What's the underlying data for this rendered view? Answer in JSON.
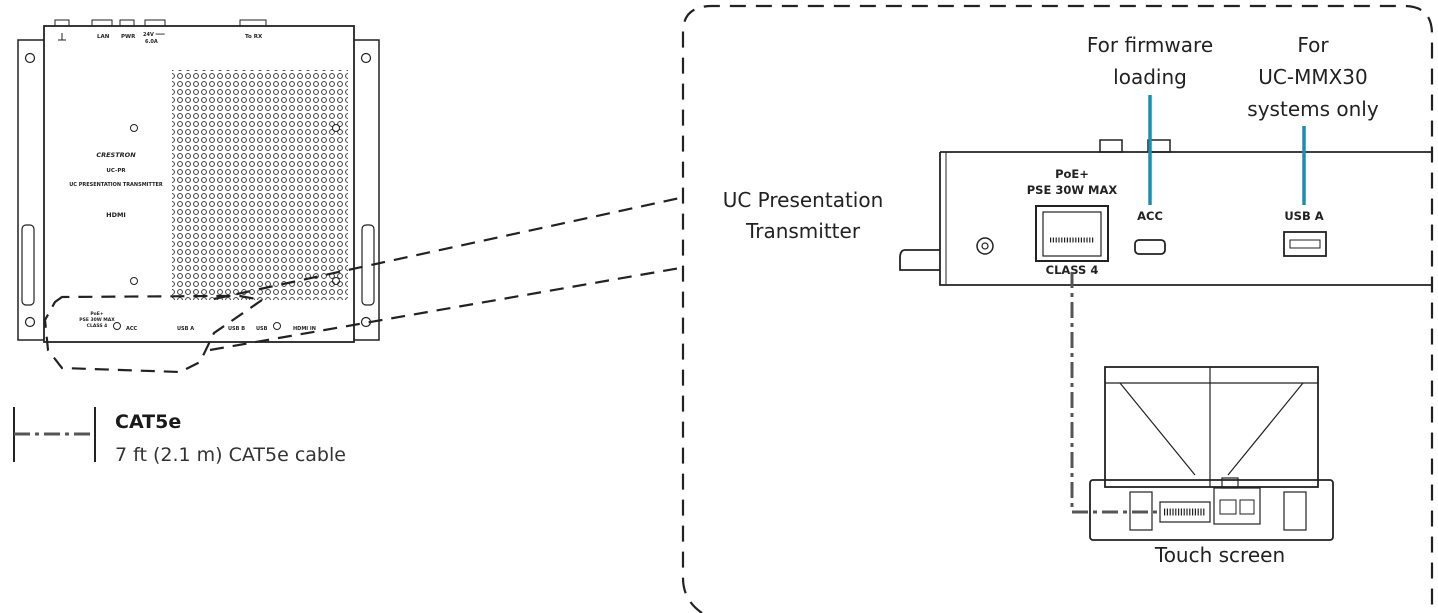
{
  "device_top": {
    "labels": {
      "lan": "LAN",
      "pwr": "PWR",
      "power_rating_1": "24V ═══",
      "power_rating_2": "6.0A",
      "to_rx": "To RX",
      "brand": "CRESTRON",
      "model": "UC-PR",
      "product_name": "UC PRESENTATION TRANSMITTER",
      "hdmi_logo": "HDMI",
      "poe_1": "PoE+",
      "poe_2": "PSE 30W MAX",
      "poe_3": "CLASS 4",
      "acc": "ACC",
      "usb_a": "USB A",
      "usb_b": "USB B",
      "usb": "USB",
      "hdmi_in": "HDMI IN"
    }
  },
  "legend": {
    "title": "CAT5e",
    "description": "7 ft (2.1 m) CAT5e cable"
  },
  "callout": {
    "transmitter_label_line1": "UC Presentation",
    "transmitter_label_line2": "Transmitter",
    "firmware_line1": "For firmware",
    "firmware_line2": "loading",
    "mmx_line1": "For",
    "mmx_line2": "UC-MMX30",
    "mmx_line3": "systems only",
    "poe_1": "PoE+",
    "poe_2": "PSE 30W MAX",
    "poe_3": "CLASS 4",
    "acc": "ACC",
    "usb_a": "USB A",
    "touch_screen": "Touch screen"
  },
  "colors": {
    "line": "#1a1a1a",
    "accent": "#1b8fb0",
    "cable": "#555555"
  }
}
